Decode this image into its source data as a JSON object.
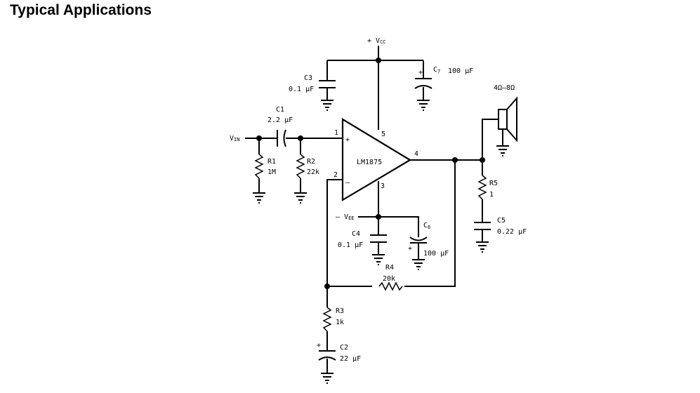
{
  "page": {
    "heading": "Typical Applications"
  },
  "schematic": {
    "vcc_prefix": "+ V",
    "vcc_sub": "CC",
    "vee_prefix": "– V",
    "vee_sub": "EE",
    "vin_main": "V",
    "vin_sub": "IN",
    "ic": {
      "name": "LM1875",
      "pin1": "1",
      "pin2": "2",
      "pin3": "3",
      "pin4": "4",
      "pin5": "5",
      "plus": "+",
      "minus": "–"
    },
    "c1": {
      "name": "C1",
      "value": "2.2 µF"
    },
    "c2": {
      "name": "C2",
      "value": "22 µF"
    },
    "c3": {
      "name": "C3",
      "value": "0.1 µF"
    },
    "c4": {
      "name": "C4",
      "value": "0.1 µF"
    },
    "c5": {
      "name": "C5",
      "value": "0.22 µF"
    },
    "c6": {
      "name_main": "C",
      "name_sub": "6",
      "value": "100 µF"
    },
    "c7": {
      "name_main": "C",
      "name_sub": "7",
      "value": "100 µF"
    },
    "r1": {
      "name": "R1",
      "value": "1M"
    },
    "r2": {
      "name": "R2",
      "value": "22k"
    },
    "r3": {
      "name": "R3",
      "value": "1k"
    },
    "r4": {
      "name": "R4",
      "value": "20k"
    },
    "r5": {
      "name": "R5",
      "value": "1"
    },
    "speaker": {
      "value": "4Ω–8Ω"
    },
    "polarity_plus": "+"
  }
}
